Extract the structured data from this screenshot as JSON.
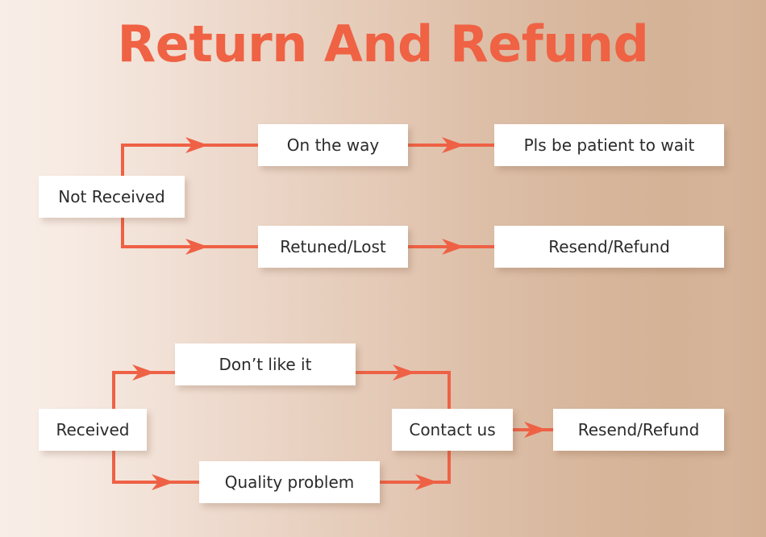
{
  "page": {
    "title": "Return And Refund",
    "accent_color": "#ee6145",
    "title_color": "#ef6244",
    "node_bg": "#ffffff",
    "node_text_color": "#2b2b2b",
    "background_gradient_from": "#f8ede7",
    "background_gradient_to": "#d3b094"
  },
  "flows": [
    {
      "id": "not-received-flow",
      "root": {
        "label": "Not Received"
      },
      "branches": [
        {
          "label": "On the way",
          "outcome": {
            "label": "Pls be patient to wait"
          }
        },
        {
          "label": "Retuned/Lost",
          "outcome": {
            "label": "Resend/Refund"
          }
        }
      ]
    },
    {
      "id": "received-flow",
      "root": {
        "label": "Received"
      },
      "branches": [
        {
          "label": "Don’t like it"
        },
        {
          "label": "Quality problem"
        }
      ],
      "merge": {
        "label": "Contact us"
      },
      "outcome": {
        "label": "Resend/Refund"
      }
    }
  ],
  "icons": {
    "arrow": "arrow-right-icon"
  }
}
